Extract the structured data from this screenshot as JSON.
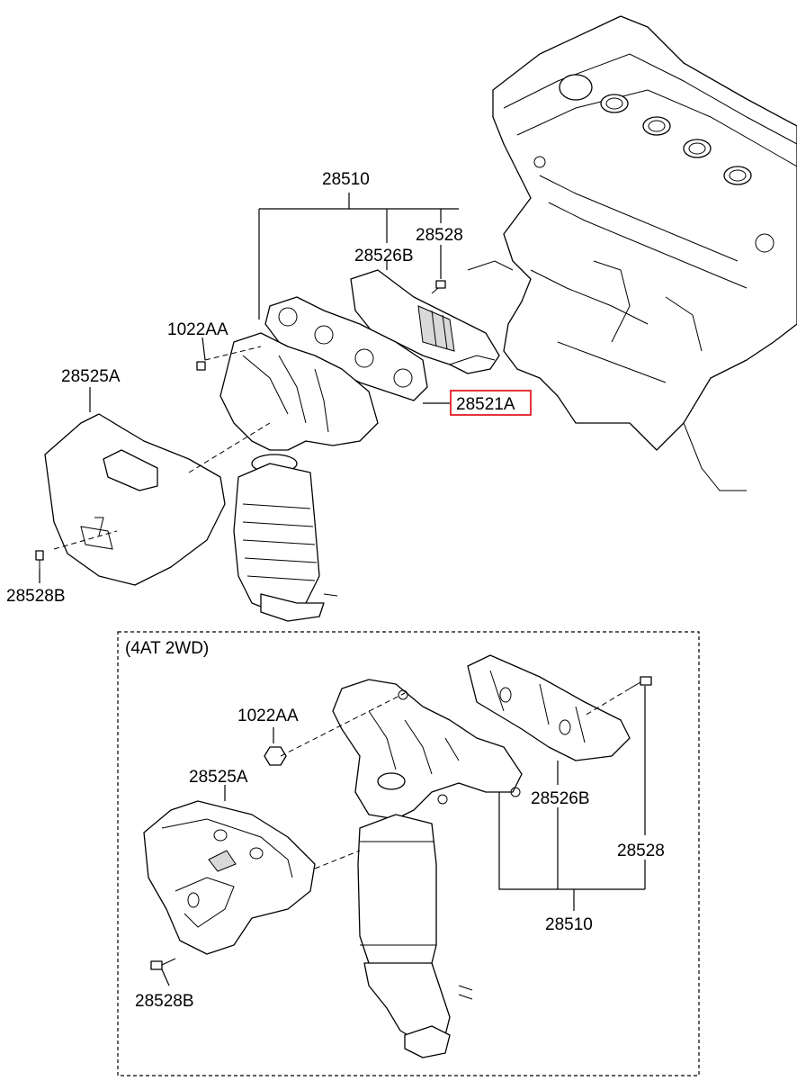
{
  "diagram": {
    "labels": {
      "top_manifold_assy": "28510",
      "top_bolt": "28528",
      "top_heat_protector_upper": "28526B",
      "top_nut": "1022AA",
      "top_heat_protector_lower": "28525A",
      "top_gasket_highlighted": "28521A",
      "top_protector_bolt": "28528B",
      "section_title": "(4AT 2WD)",
      "bottom_nut": "1022AA",
      "bottom_heat_protector_lower": "28525A",
      "bottom_heat_protector_upper": "28526B",
      "bottom_bolt": "28528",
      "bottom_manifold_assy": "28510",
      "bottom_protector_bolt": "28528B"
    },
    "highlight_color": "#e31e24"
  }
}
